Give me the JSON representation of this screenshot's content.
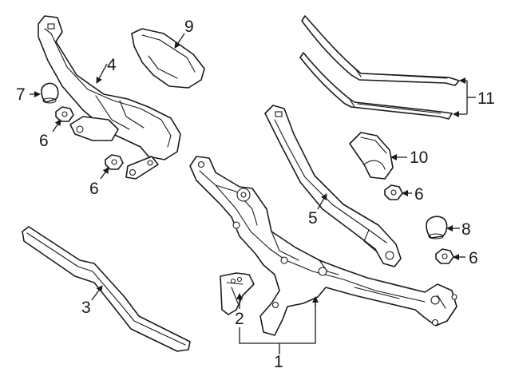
{
  "callouts": {
    "c1": "1",
    "c2": "2",
    "c3": "3",
    "c4": "4",
    "c5": "5",
    "c6a": "6",
    "c6b": "6",
    "c6c": "6",
    "c6d": "6",
    "c7": "7",
    "c8": "8",
    "c9": "9",
    "c10": "10",
    "c11": "11"
  },
  "colors": {
    "ink": "#1a1a1a",
    "background": "#ffffff"
  }
}
